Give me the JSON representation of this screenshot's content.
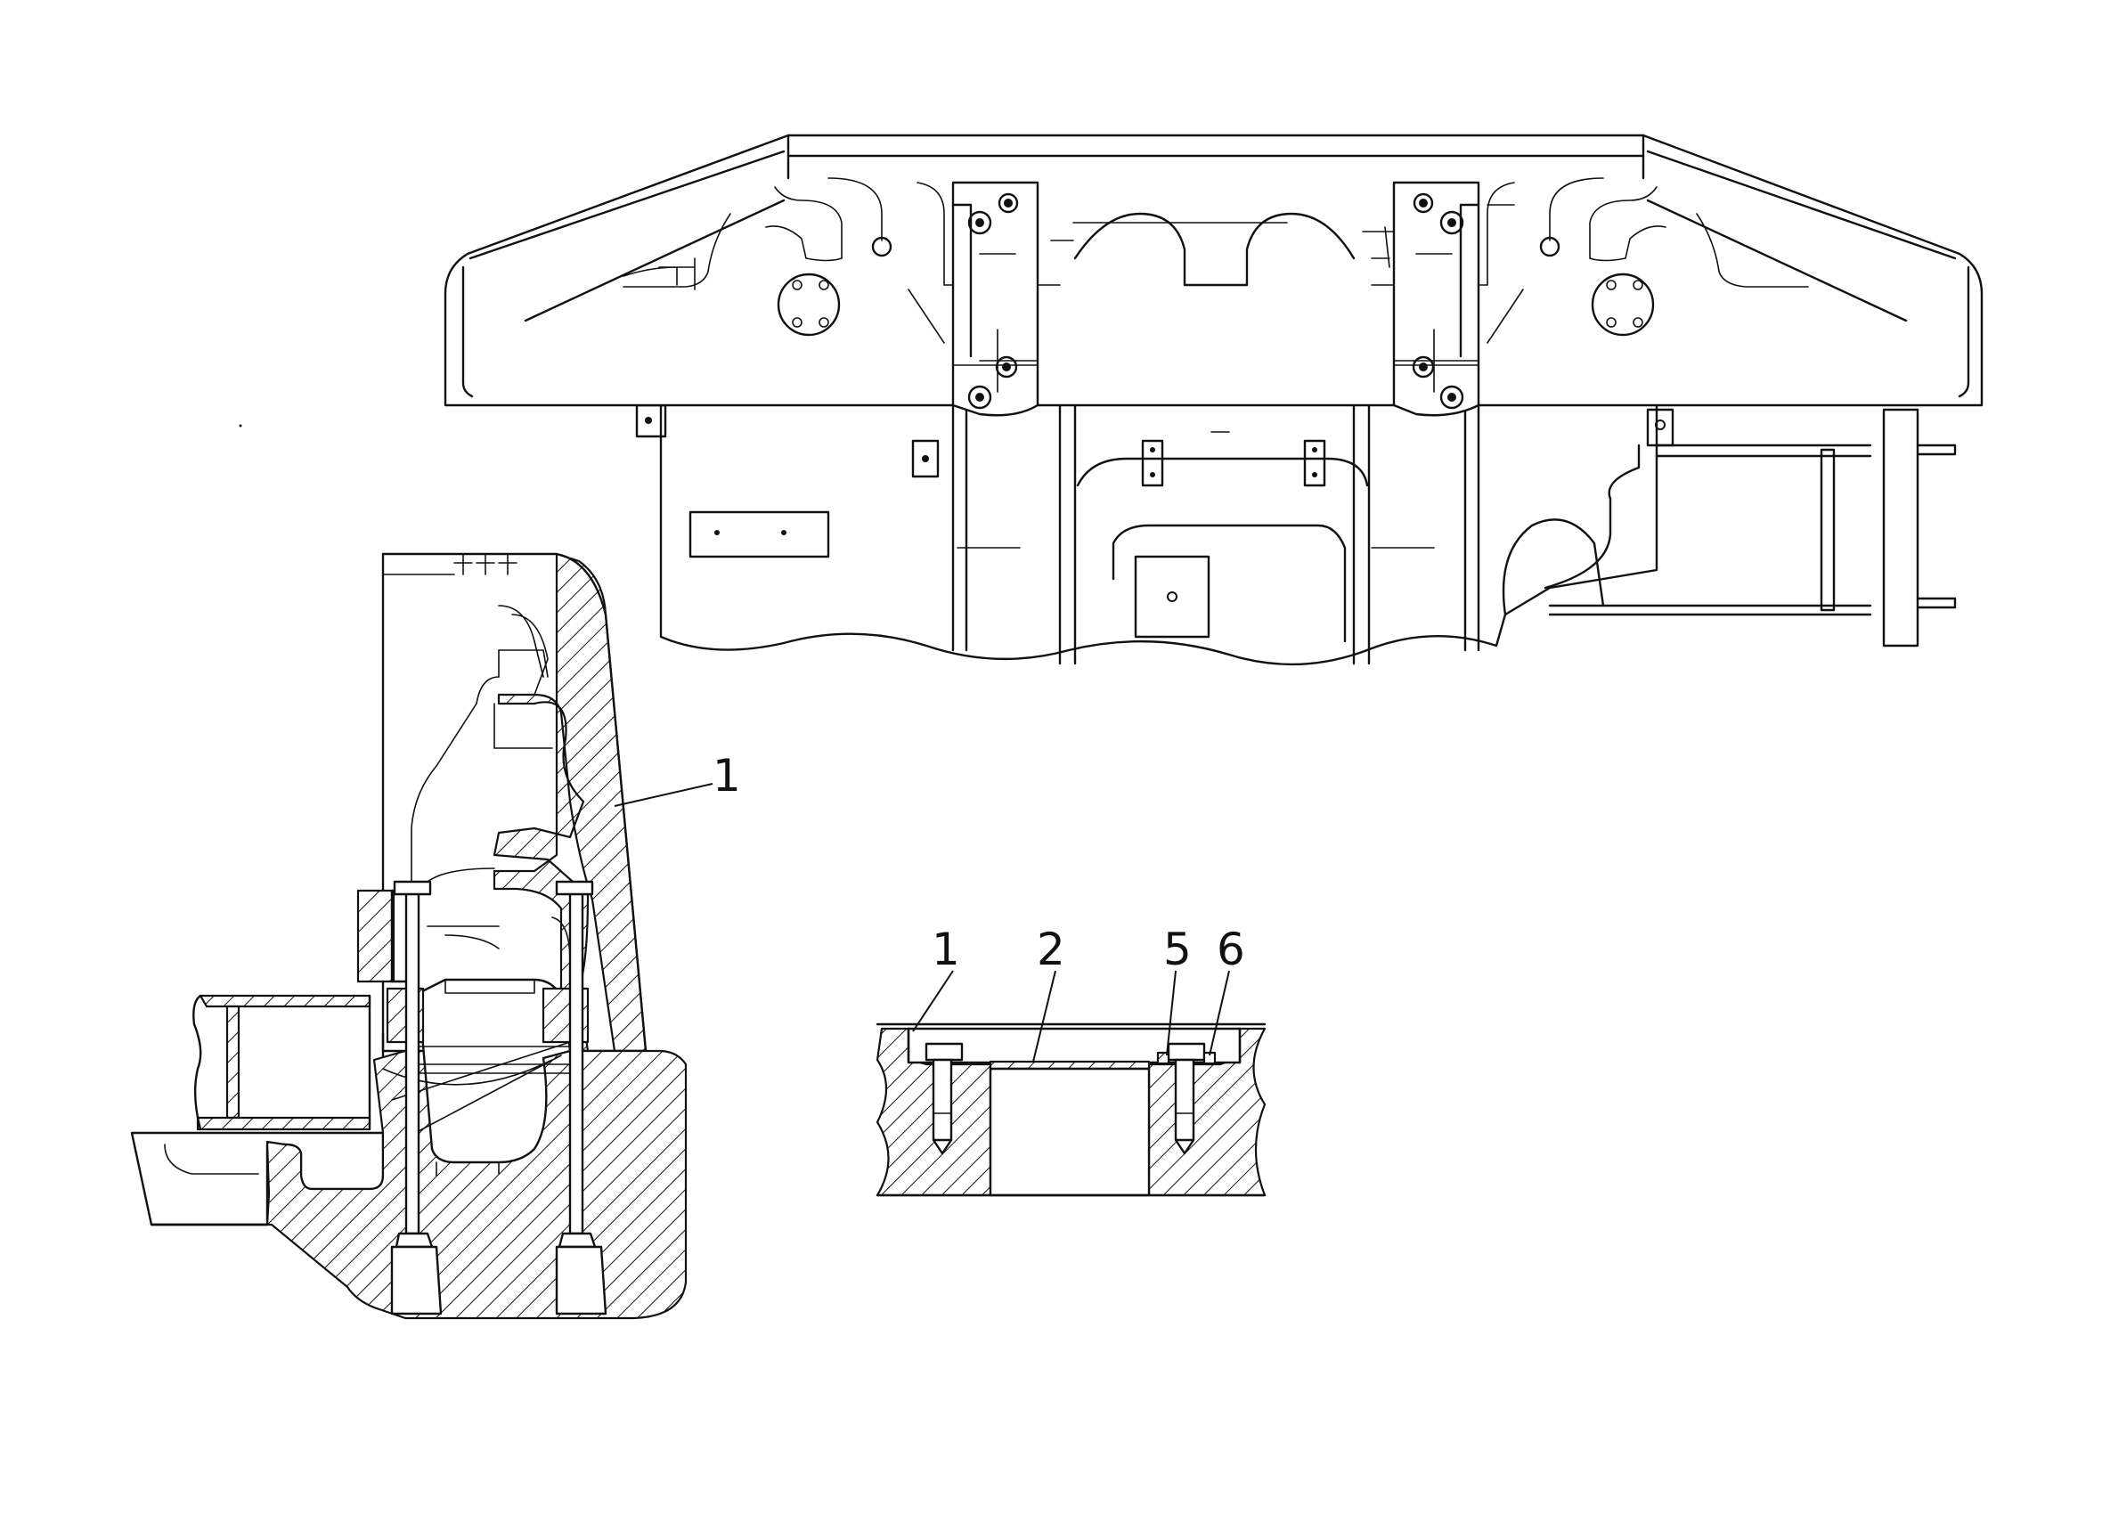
{
  "drawing": {
    "callouts": {
      "side_section_part": "1",
      "detail_part_a": "1",
      "detail_part_b": "2",
      "detail_part_c": "5",
      "detail_part_d": "6"
    },
    "colors": {
      "ink": "#111111",
      "paper": "#ffffff"
    }
  }
}
